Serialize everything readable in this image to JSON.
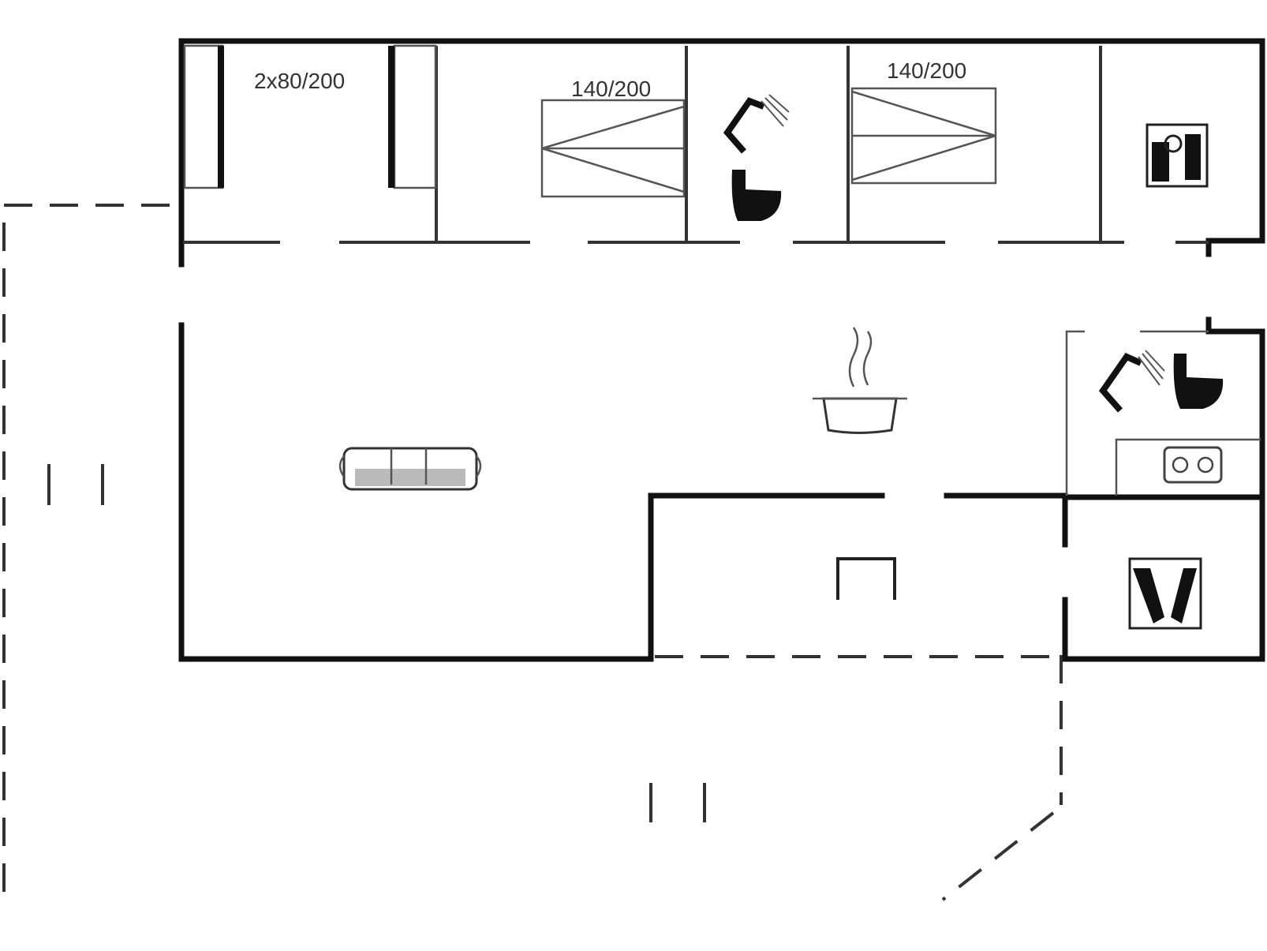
{
  "rooms": {
    "bedroom_1": {
      "bed_label": "2x80/200"
    },
    "bedroom_2": {
      "bed_label": "140/200"
    },
    "bedroom_3": {
      "bed_label": "140/200"
    }
  },
  "icons": [
    "wardrobe-icon",
    "bed-icon",
    "shower-icon",
    "toilet-icon",
    "washing-machine-icon",
    "sofa-icon",
    "cooking-pot-icon",
    "sink-icon",
    "table-icon",
    "utility-icon"
  ],
  "colors": {
    "wall": "#111111",
    "line": "#333333",
    "background": "#ffffff"
  }
}
